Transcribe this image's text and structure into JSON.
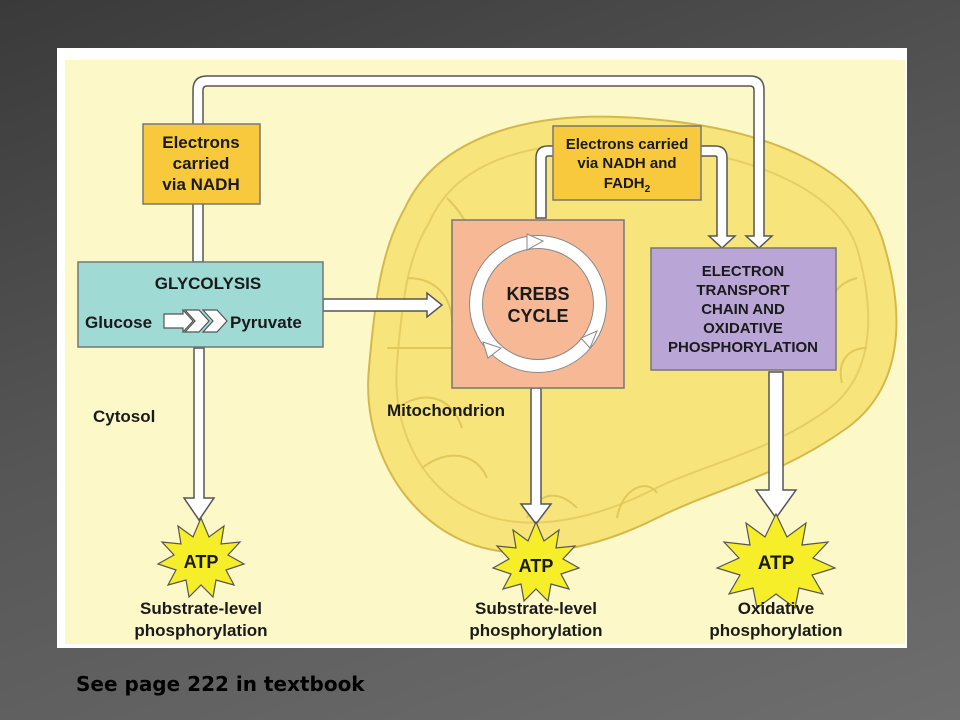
{
  "diagram": {
    "nadh_box_lines": [
      "Electrons",
      "carried",
      "via NADH"
    ],
    "fadh_box_line1": "Electrons carried",
    "fadh_box_line2": "via NADH and",
    "fadh_box_line3": "FADH",
    "fadh_box_subscript": "2",
    "glycolysis_title": "GLYCOLYSIS",
    "glucose_label": "Glucose",
    "pyruvate_label": "Pyruvate",
    "krebs_lines": [
      "KREBS",
      "CYCLE"
    ],
    "etc_lines": [
      "ELECTRON",
      "TRANSPORT",
      "CHAIN AND",
      "OXIDATIVE",
      "PHOSPHORYLATION"
    ],
    "cytosol_label": "Cytosol",
    "mitochondrion_label": "Mitochondrion",
    "atp_label": "ATP",
    "substrate_caption_lines": [
      "Substrate-level",
      "phosphorylation"
    ],
    "oxidative_caption_lines": [
      "Oxidative",
      "phosphorylation"
    ],
    "colors": {
      "background": "#fdf8c8",
      "mitochondrion": "#f7e57c",
      "electron_box": "#f8c93c",
      "glycolysis_box": "#9fdad4",
      "krebs_box": "#f6b895",
      "etc_box": "#b9a6d6",
      "atp_star": "#f6ee28"
    }
  },
  "caption": "See page 222 in textbook"
}
